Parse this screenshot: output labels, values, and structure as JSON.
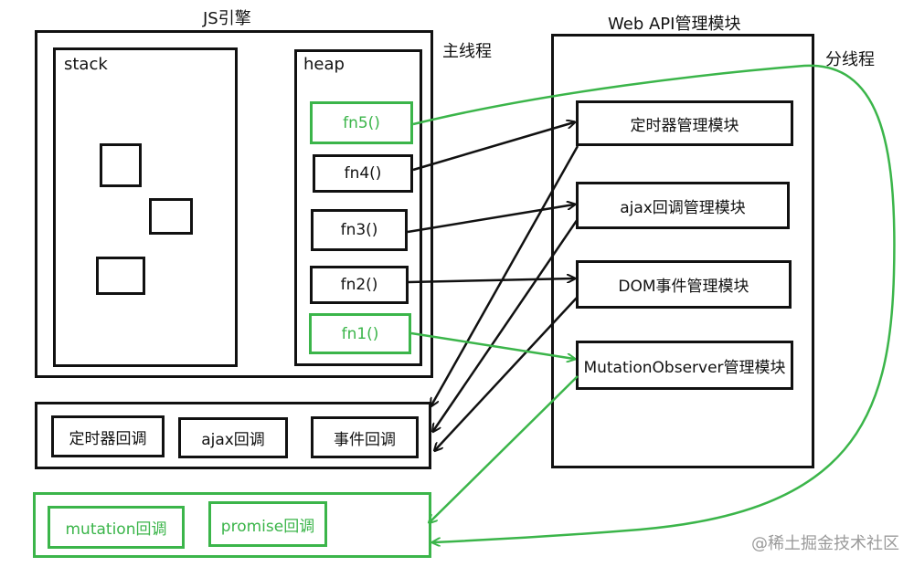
{
  "engine": {
    "title": "JS引擎",
    "stack_label": "stack",
    "heap_label": "heap",
    "heap_items": [
      "fn5()",
      "fn4()",
      "fn3()",
      "fn2()",
      "fn1()"
    ]
  },
  "main_thread_label": "主线程",
  "sub_thread_label": "分线程",
  "web_api": {
    "title": "Web API管理模块",
    "modules": [
      "定时器管理模块",
      "ajax回调管理模块",
      "DOM事件管理模块",
      "MutationObserver管理模块"
    ]
  },
  "macro_queue": [
    "定时器回调",
    "ajax回调",
    "事件回调"
  ],
  "micro_queue": [
    "mutation回调",
    "promise回调"
  ],
  "watermark": "@稀土掘金技术社区",
  "colors": {
    "black": "#111111",
    "green": "#3bb54a"
  }
}
